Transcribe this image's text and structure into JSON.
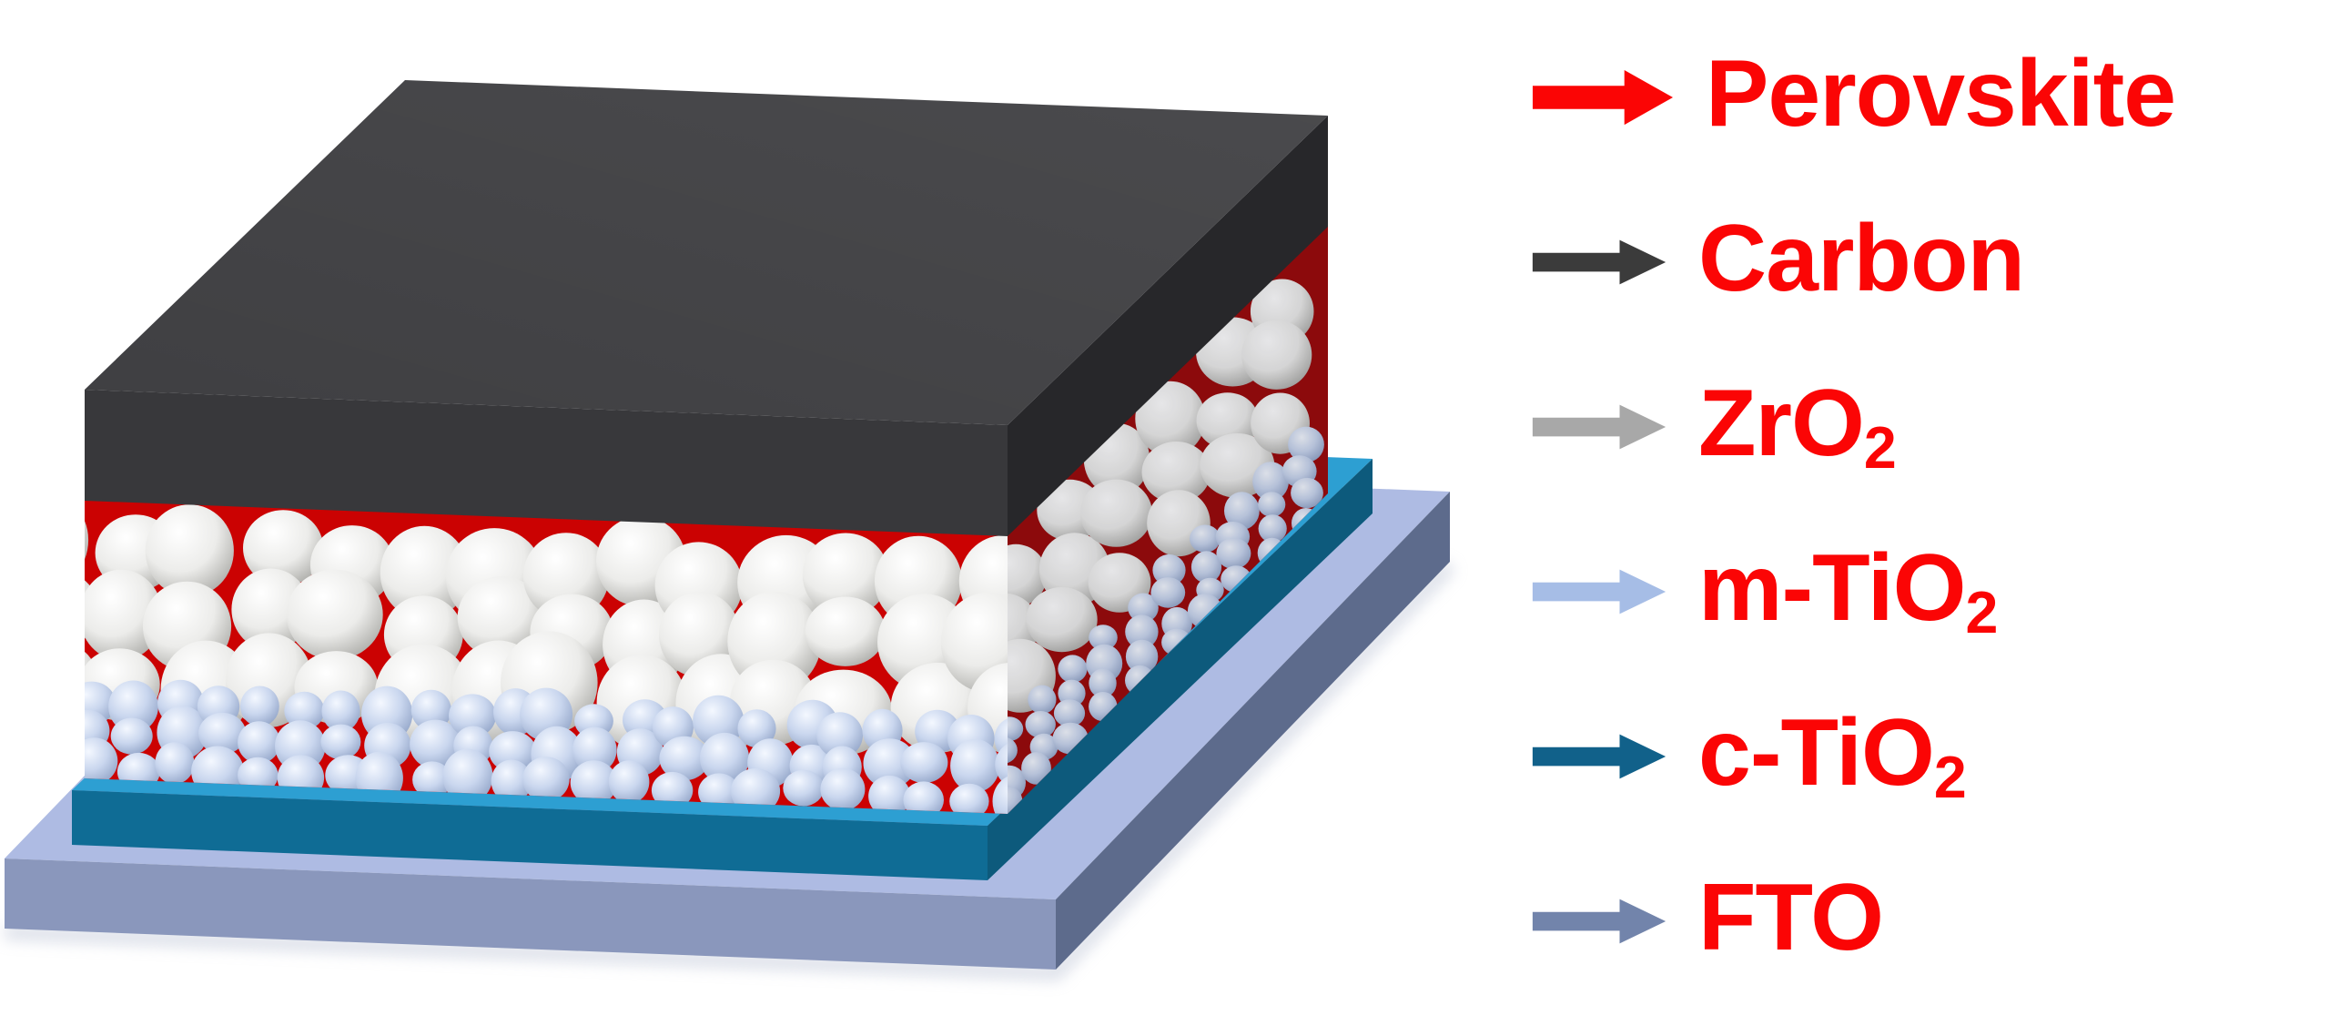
{
  "figure": {
    "type": "device-schematic",
    "subject": "Carbon-based perovskite solar cell layer stack"
  },
  "legend": {
    "text_color": "#fb0505",
    "items": [
      {
        "id": "perovskite",
        "label_main": "Perovskite",
        "label_sub": "",
        "arrow_color": "#fb0505"
      },
      {
        "id": "carbon",
        "label_main": "Carbon",
        "label_sub": "",
        "arrow_color": "#3b3b3b"
      },
      {
        "id": "zro2",
        "label_main": "ZrO",
        "label_sub": "2",
        "arrow_color": "#a8a8a8"
      },
      {
        "id": "m-tio2",
        "label_main": "m-TiO",
        "label_sub": "2",
        "arrow_color": "#a6bde6"
      },
      {
        "id": "c-tio2",
        "label_main": "c-TiO",
        "label_sub": "2",
        "arrow_color": "#11618a"
      },
      {
        "id": "fto",
        "label_main": "FTO",
        "label_sub": "",
        "arrow_color": "#7284ab"
      }
    ]
  },
  "device": {
    "stack_order_top_to_bottom": [
      "Carbon",
      "ZrO2 spheres in Perovskite",
      "m-TiO2 spheres in Perovskite",
      "c-TiO2",
      "FTO"
    ],
    "colors": {
      "carbon_top": "#3f3f42",
      "carbon_front": "#38383b",
      "carbon_side": "#27272a",
      "perovskite_front": "#cb0202",
      "perovskite_side": "#9b0b0b",
      "ctio2_top": "#2d9fd2",
      "ctio2_front": "#0f6c95",
      "ctio2_side": "#0d5a7c",
      "fto_top": "#aebbe3",
      "fto_front": "#8a97bc",
      "fto_side": "#5d6b8c",
      "zro2_hi": "#ffffff",
      "zro2_mid": "#ececea",
      "zro2_lo": "#a9a9a5",
      "mtio2_hi": "#f4f8ff",
      "mtio2_mid": "#c9d6ee",
      "mtio2_lo": "#8da0c4"
    }
  }
}
